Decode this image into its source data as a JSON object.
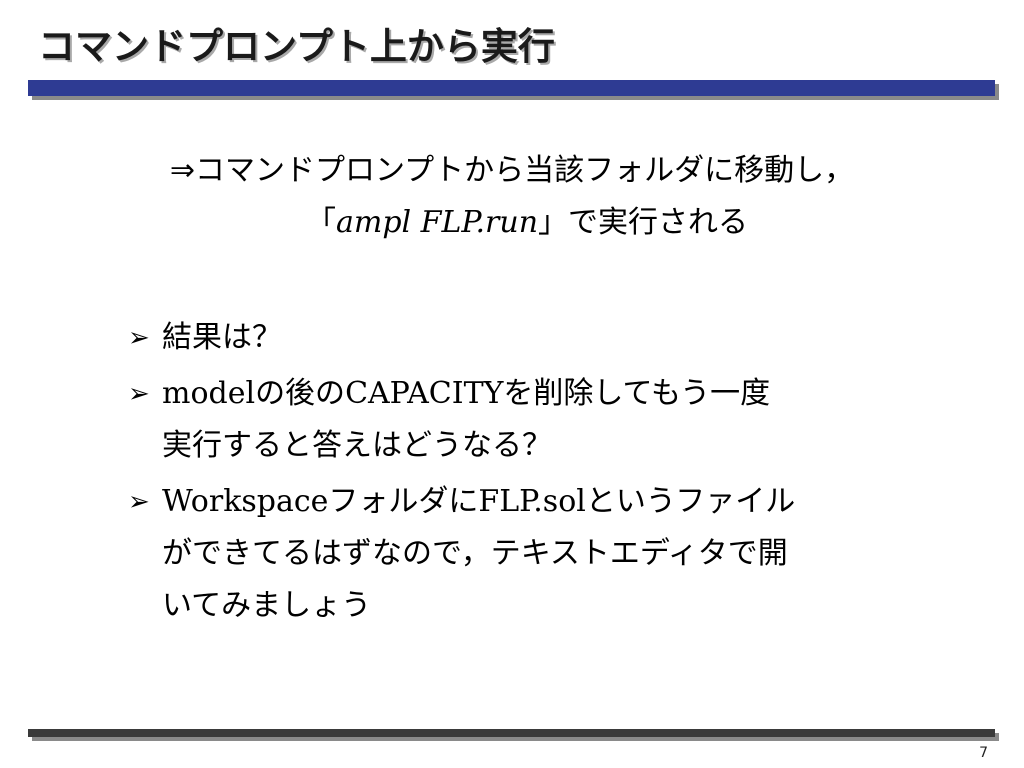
{
  "slide": {
    "title": "コマンドプロンプト上から実行",
    "intro": {
      "line1": "⇒コマンドプロンプトから当該フォルダに移動し，",
      "line2_open": "「",
      "line2_command": "ampl FLP.run",
      "line2_close": "」で実行される"
    },
    "bullet_marker": "➢",
    "bullets": [
      {
        "segments": [
          {
            "text": "結果は？",
            "latin": false
          }
        ]
      },
      {
        "segments": [
          {
            "text": "model",
            "latin": true
          },
          {
            "text": "の後の",
            "latin": false
          },
          {
            "text": "CAPACITY",
            "latin": true
          },
          {
            "text": "を削除してもう一度",
            "latin": false
          },
          {
            "text": "実行すると答えはどうなる？",
            "latin": false,
            "break_before": true
          }
        ]
      },
      {
        "segments": [
          {
            "text": "Workspace",
            "latin": true
          },
          {
            "text": "フォルダに",
            "latin": false
          },
          {
            "text": "FLP.sol",
            "latin": true
          },
          {
            "text": "というファイル",
            "latin": false
          },
          {
            "text": "ができてるはずなので，テキストエディタで開",
            "latin": false,
            "break_before": true
          },
          {
            "text": "いてみましょう",
            "latin": false,
            "break_before": true
          }
        ]
      }
    ],
    "page_number": "7"
  },
  "colors": {
    "title_rule": "#2e3b93",
    "footer_rule": "#3a3a3a",
    "rule_shadow": "#8a8a8a"
  }
}
